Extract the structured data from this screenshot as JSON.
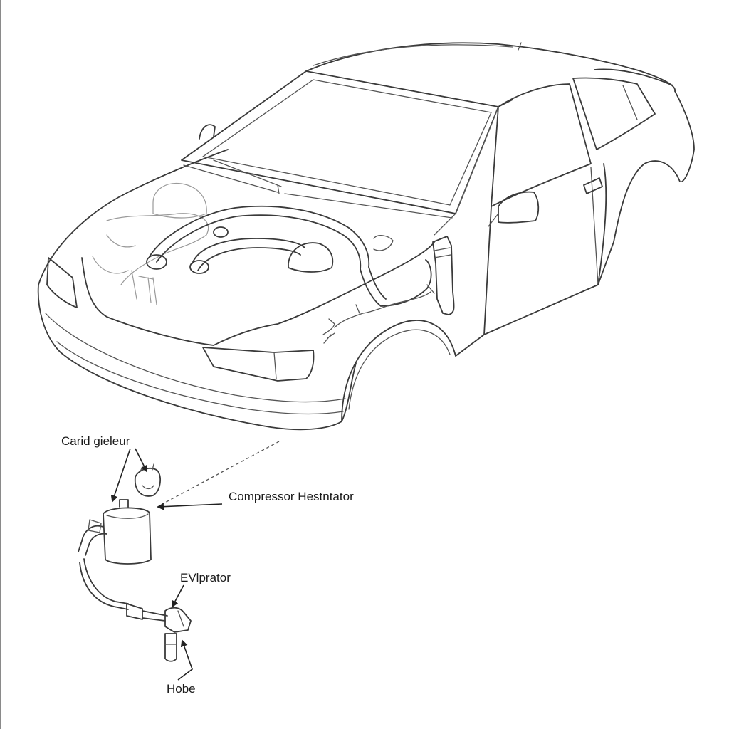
{
  "labels": {
    "card_gleuer": "Carid gieleur",
    "compressor": "Compressor Hestntator",
    "evaporator": "EVlprator",
    "hose": "Hobe"
  },
  "colors": {
    "line": "#3a3a3a",
    "background": "#ffffff"
  }
}
